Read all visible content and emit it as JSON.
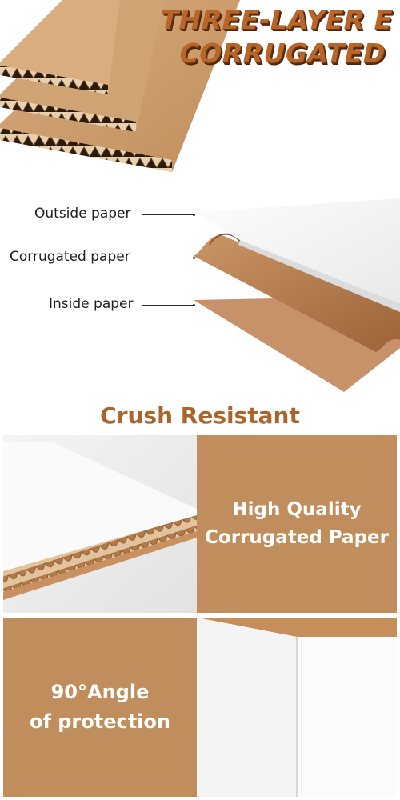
{
  "hero": {
    "title_line1": "THREE-LAYER E",
    "title_line2": "CORRUGATED"
  },
  "layers": {
    "outside": "Outside paper",
    "corrugated": "Corrugated paper",
    "inside": "Inside paper"
  },
  "crush_heading": "Crush Resistant",
  "features": {
    "quality_line1": "High Quality",
    "quality_line2": "Corrugated Paper",
    "angle_line1": "90°Angle",
    "angle_line2": "of protection"
  },
  "colors": {
    "kraft": "#c99a6b",
    "kraft_dark": "#a9652b",
    "panel": "#c08d5c",
    "white_board": "#f7f7f7"
  }
}
